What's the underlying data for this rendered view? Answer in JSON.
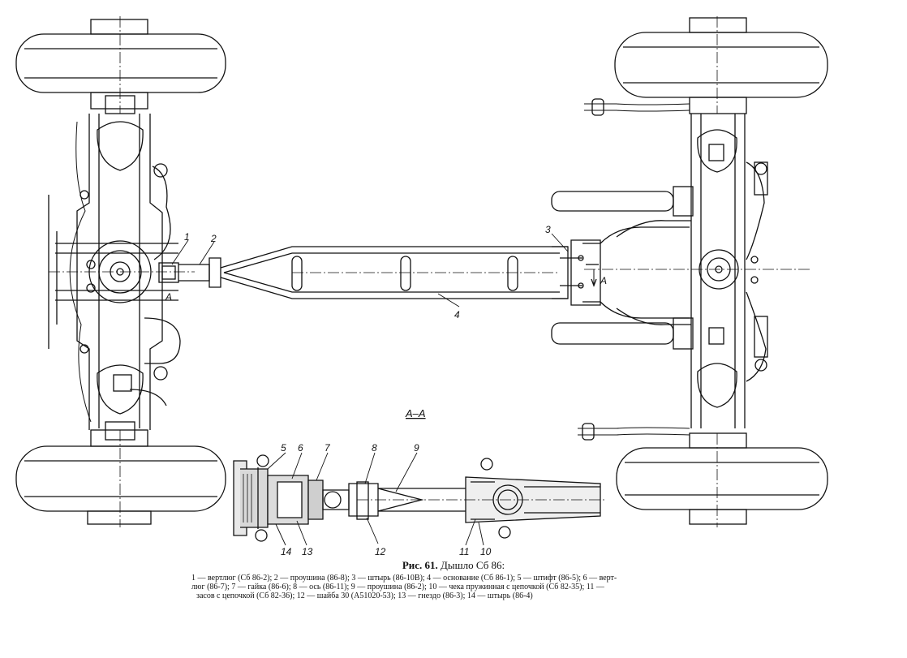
{
  "figure": {
    "caption_number": "Рис. 61.",
    "caption_title": "Дышло Сб 86:"
  },
  "callouts": [
    "1",
    "2",
    "3",
    "4",
    "5",
    "6",
    "7",
    "8",
    "9",
    "10",
    "11",
    "12",
    "13",
    "14"
  ],
  "section_mark": "A",
  "section_label": "А–А",
  "legend": {
    "line1": "1 — вертлюг (Сб 86-2); 2 — проушина (86-8); 3 — штырь (86-10В); 4 — основание (Сб 86-1); 5 — штифт (86-5); 6 — верт-",
    "line2": "люг (86-7); 7 — гайка (86-6); 8 — ось (86-11); 9 — проушина (86-2); 10 — чека пружинная с цепочкой (Сб 82-35); 11 —",
    "line3": "засов с цепочкой (Сб 82-36); 12 — шайба 30 (А51020-53); 13 — гнездо (86-3); 14 — штырь (86-4)"
  }
}
